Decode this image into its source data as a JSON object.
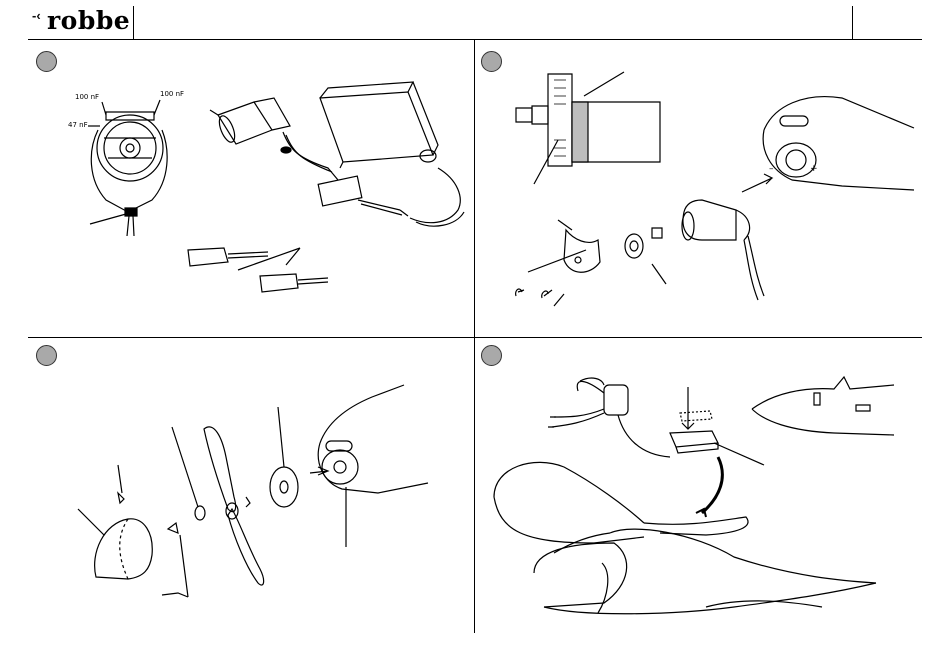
{
  "header": {
    "brand": "robbe",
    "brand_mark": "-‹"
  },
  "panels": [
    {
      "step": "",
      "labels": {
        "cap1": "100 nF",
        "cap2": "100 nF",
        "cap3": "47 nF"
      }
    },
    {
      "step": "",
      "labels": {
        "minus": "–",
        "plus": "+"
      }
    },
    {
      "step": "",
      "labels": {}
    },
    {
      "step": "",
      "labels": {}
    }
  ]
}
